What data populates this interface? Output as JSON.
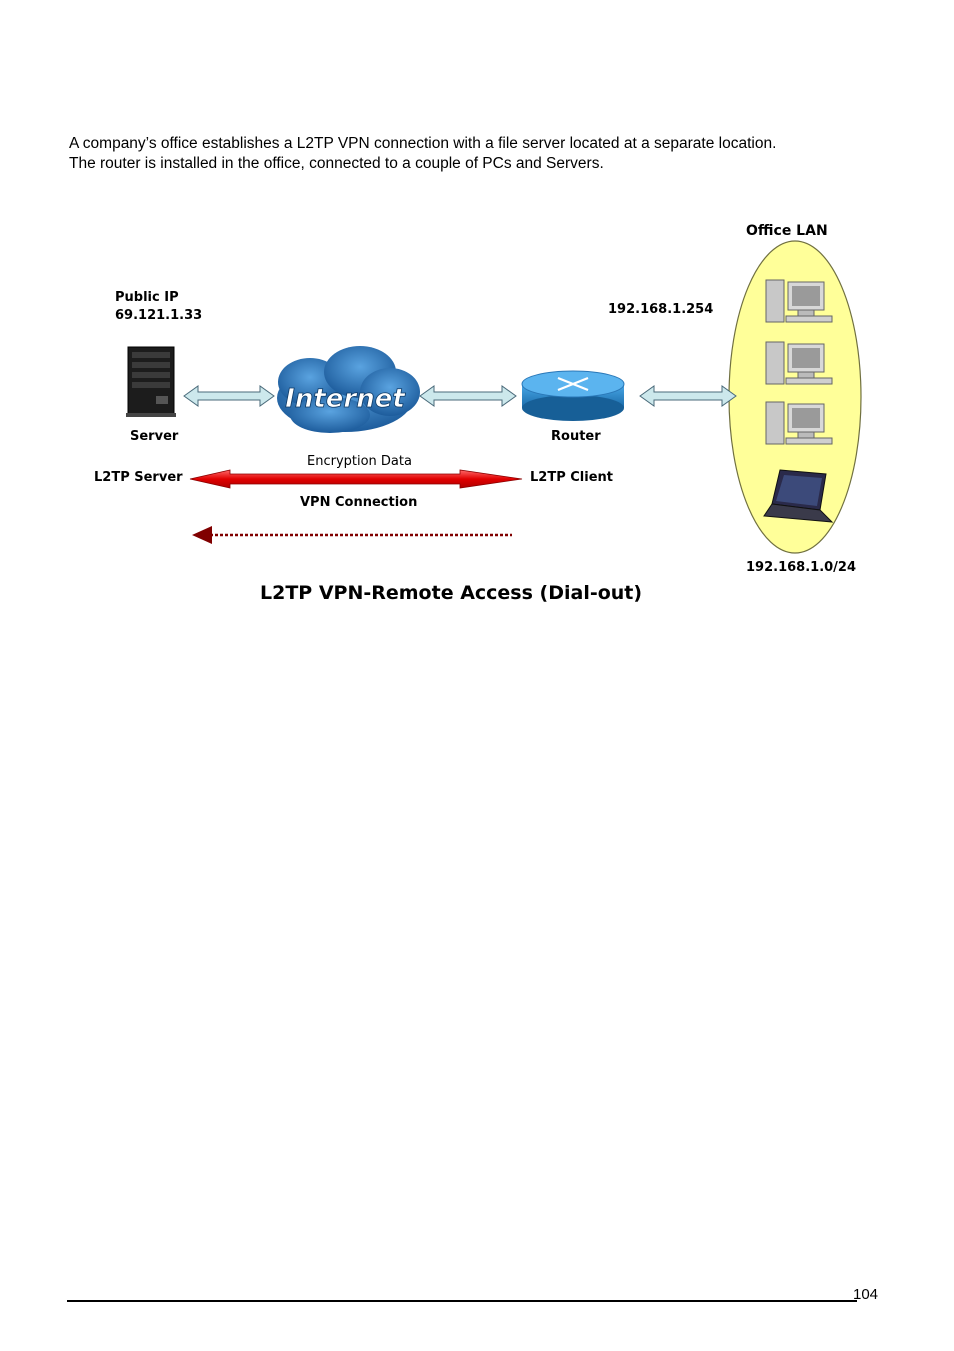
{
  "intro": {
    "line1": "A company’s office establishes a L2TP VPN connection with a file server located at a separate location.",
    "line2": "The router is installed in the office, connected to a couple of PCs and Servers."
  },
  "diagram": {
    "office_lan": "Office LAN",
    "public_ip_label": "Public IP",
    "public_ip_value": "69.121.1.33",
    "router_ip": "192.168.1.254",
    "server_label": "Server",
    "router_label": "Router",
    "internet_label": "Internet",
    "encryption_label": "Encryption Data",
    "l2tp_server": "L2TP Server",
    "l2tp_client": "L2TP Client",
    "vpn_connection": "VPN Connection",
    "lan_subnet": "192.168.1.0/24",
    "title": "L2TP VPN-Remote Access (Dial-out)",
    "colors": {
      "lan_fill": "#ffff99",
      "cloud": "#2c6fb0",
      "router": "#1f7fc4",
      "vpn_arrow": "#e00000",
      "dotted_arrow": "#800000",
      "link_arrow": "#cce8ec"
    }
  },
  "footer": {
    "page_number": "104"
  }
}
